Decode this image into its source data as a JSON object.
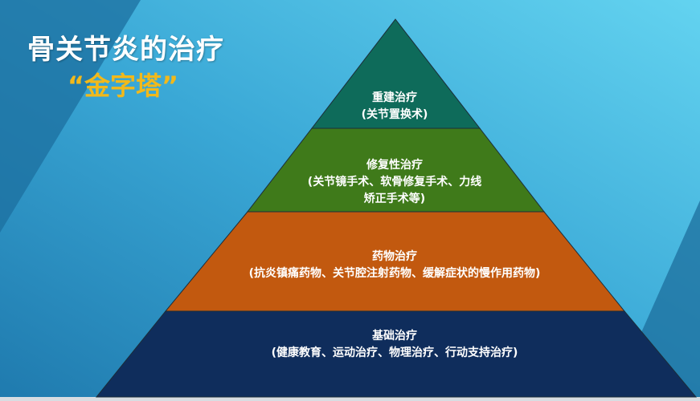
{
  "slide": {
    "title": "骨关节炎的治疗",
    "subtitle": "“金字塔”"
  },
  "pyramid": {
    "tiers": [
      {
        "name": "重建治疗",
        "detail": "(关节置换术)",
        "color": "#0e6b5a"
      },
      {
        "name": "修复性治疗",
        "detail": "(关节镜手术、软骨修复手术、力线",
        "detail2": "矫正手术等)",
        "color": "#3f7a1a"
      },
      {
        "name": "药物治疗",
        "detail": "(抗炎镇痛药物、关节腔注射药物、缓解症状的慢作用药物)",
        "color": "#c2590f"
      },
      {
        "name": "基础治疗",
        "detail": "(健康教育、运动治疗、物理治疗、行动支持治疗)",
        "color": "#0f2d5c"
      }
    ]
  }
}
